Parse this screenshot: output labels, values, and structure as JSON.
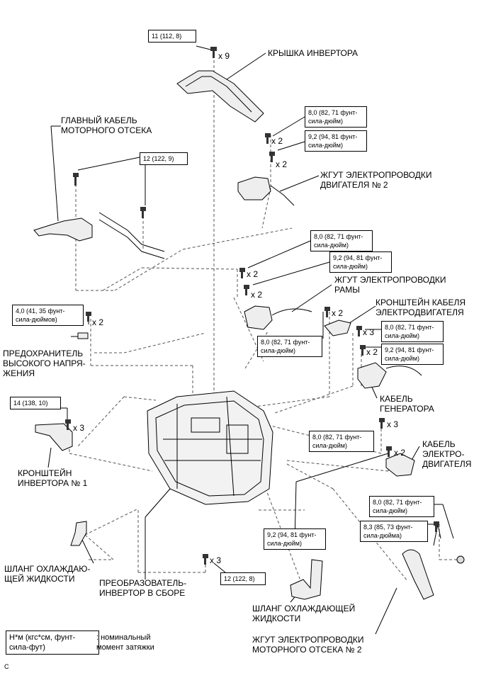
{
  "torque_boxes": [
    {
      "id": "t1",
      "text": "11 (112, 8)"
    },
    {
      "id": "t2",
      "text": "8,0 (82, 71 фунт-\nсила-дюйм)"
    },
    {
      "id": "t3",
      "text": "9,2 (94, 81 фунт-\nсила-дюйм)"
    },
    {
      "id": "t4",
      "text": "12 (122, 9)"
    },
    {
      "id": "t5",
      "text": "8,0 (82, 71 фунт-\nсила-дюйм)"
    },
    {
      "id": "t6",
      "text": "9,2 (94, 81 фунт-\nсила-дюйм)"
    },
    {
      "id": "t7",
      "text": "4,0 (41, 35 фунт-\nсила-дюймов)"
    },
    {
      "id": "t8",
      "text": "8,0 (82, 71 фунт-\nсила-дюйм)"
    },
    {
      "id": "t9",
      "text": "8,0 (82, 71 фунт-\nсила-дюйм)"
    },
    {
      "id": "t10",
      "text": "9,2 (94, 81 фунт-\nсила-дюйм)"
    },
    {
      "id": "t11",
      "text": "14 (138, 10)"
    },
    {
      "id": "t12",
      "text": "8,0 (82, 71 фунт-\nсила-дюйм)"
    },
    {
      "id": "t13",
      "text": "8,0 (82, 71 фунт-\nсила-дюйм)"
    },
    {
      "id": "t14",
      "text": "8,3 (85, 73 фунт-\nсила-дюйма)"
    },
    {
      "id": "t15",
      "text": "9,2 (94, 81 фунт-\nсила-дюйм)"
    },
    {
      "id": "t16",
      "text": "12 (122, 8)"
    }
  ],
  "quantities": {
    "q_cover": "x 9",
    "q_harness2_a": "x 2",
    "q_harness2_b": "x 2",
    "q_frame_a": "x 2",
    "q_frame_b": "x 2",
    "q_fuse": "x 2",
    "q_bracket_motor": "x 2",
    "q_gen_a": "x 3",
    "q_gen_b": "x 2",
    "q_bracket1": "x 3",
    "q_motor_a": "x 3",
    "q_motor_b": "x 2",
    "q_bottom": "x 3"
  },
  "labels": {
    "inverter_cover": "КРЫШКА ИНВЕРТОРА",
    "main_cable": "ГЛАВНЫЙ КАБЕЛЬ\nМОТОРНОГО ОТСЕКА",
    "engine_harness2": "ЖГУТ ЭЛЕКТРОПРОВОДКИ\nДВИГАТЕЛЯ № 2",
    "frame_harness": "ЖГУТ ЭЛЕКТРОПРОВОДКИ\nРАМЫ",
    "motor_cable_bracket": "КРОНШТЕЙН КАБЕЛЯ\nЭЛЕКТРОДВИГАТЕЛЯ",
    "hv_fuse": "ПРЕДОХРАНИТЕЛЬ\nВЫСОКОГО НАПРЯ-\nЖЕНИЯ",
    "generator_cable": "КАБЕЛЬ\nГЕНЕРАТОРА",
    "inverter_bracket1": "КРОНШТЕЙН\nИНВЕРТОРА № 1",
    "motor_cable": "КАБЕЛЬ\nЭЛЕКТРО-\nДВИГАТЕЛЯ",
    "coolant_hose_left": "ШЛАНГ ОХЛАЖДАЮ-\nЩЕЙ ЖИДКОСТИ",
    "converter_inverter": "ПРЕОБРАЗОВАТЕЛЬ-\nИНВЕРТОР В СБОРЕ",
    "coolant_hose_bottom": "ШЛАНГ ОХЛАЖДАЮЩЕЙ\nЖИДКОСТИ",
    "engine_room_harness2": "ЖГУТ ЭЛЕКТРОПРОВОДКИ\nМОТОРНОГО ОТСЕКА № 2"
  },
  "legend": {
    "unit": "Н*м (кгс*см, фунт-\nсила-фут)",
    "desc": ": номинальный\nмомент затяжки"
  },
  "corner_mark": "C"
}
